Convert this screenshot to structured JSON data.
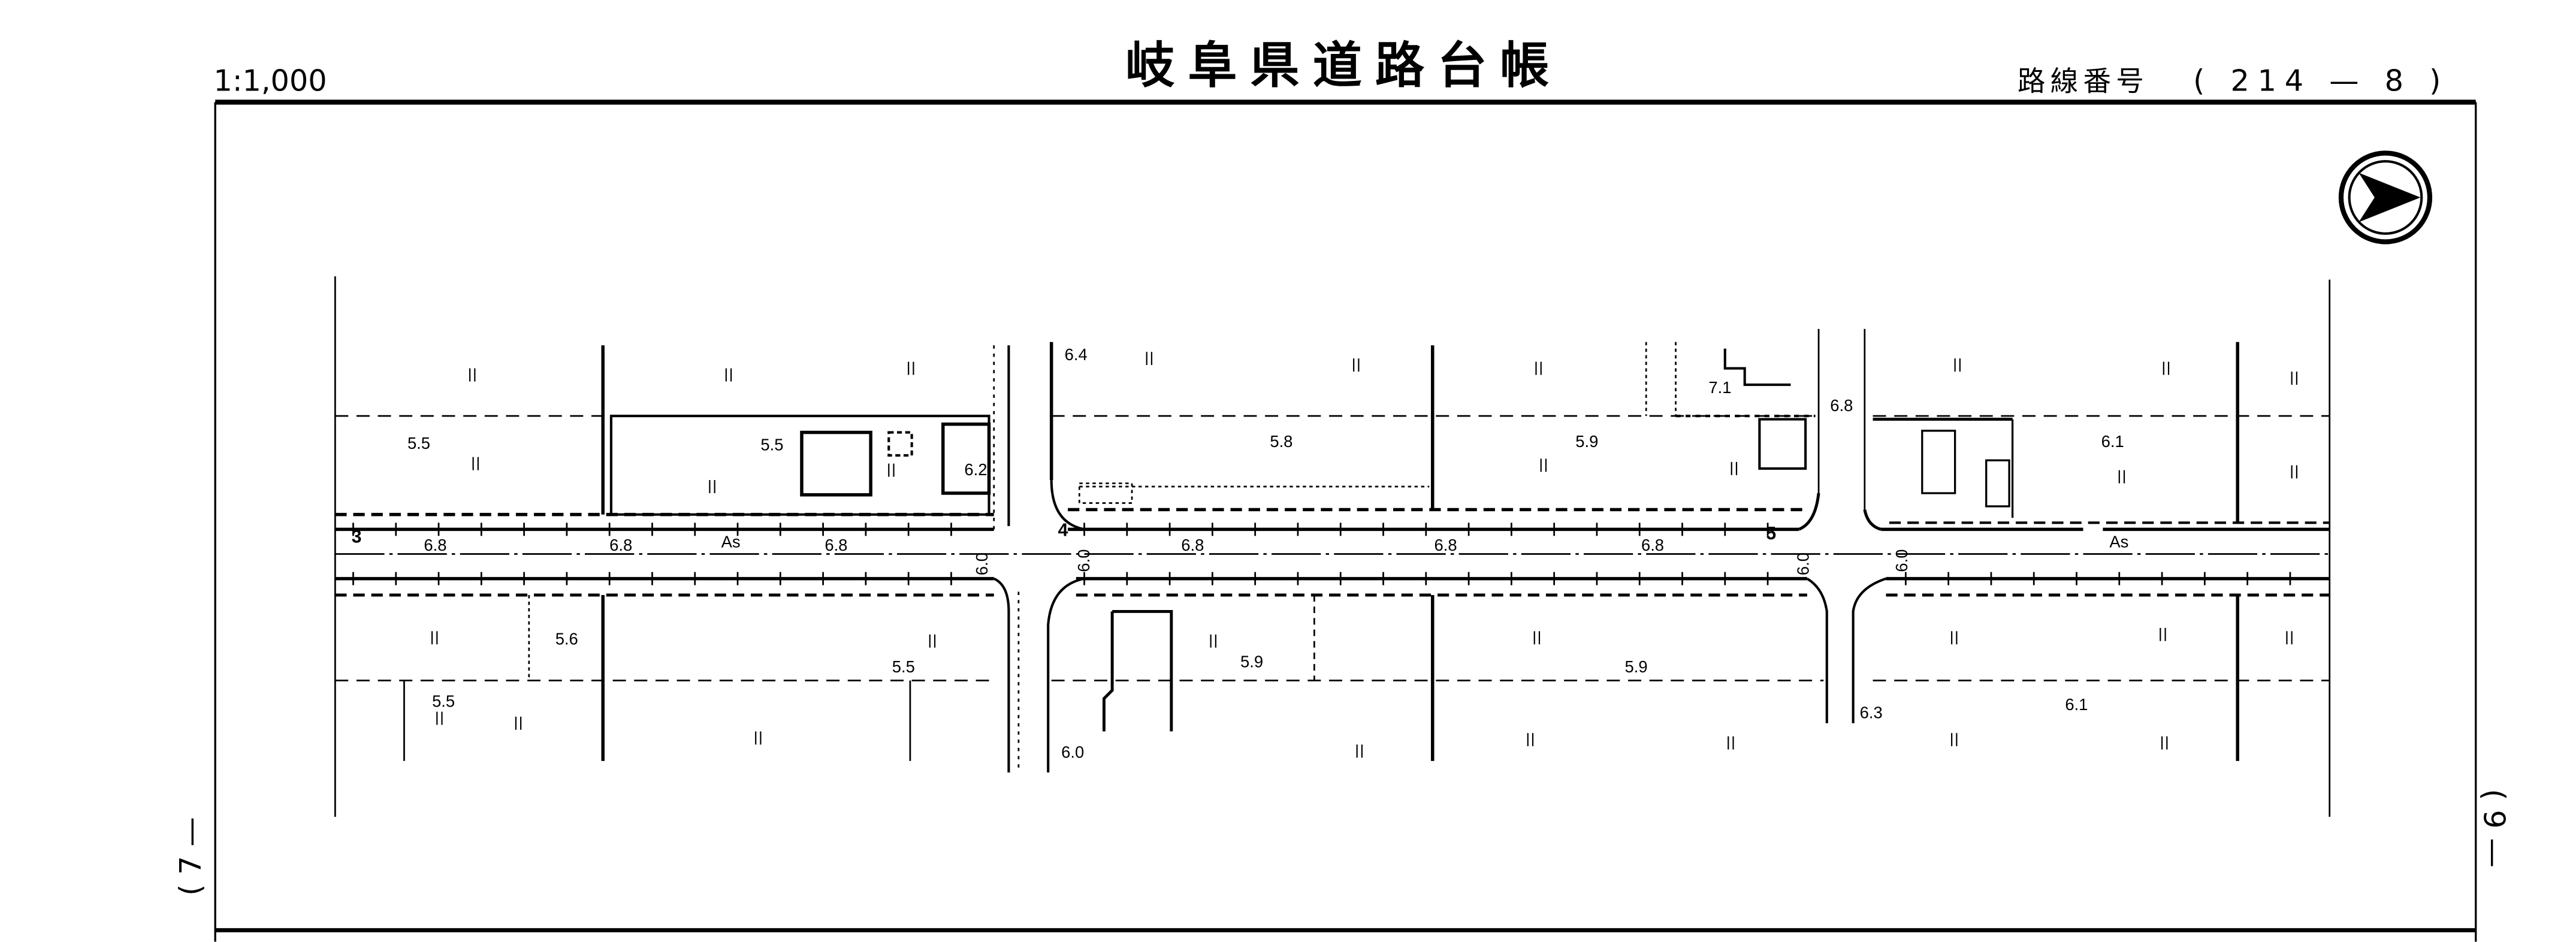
{
  "header": {
    "scale": "1:1,000",
    "title": "岐阜県道路台帳",
    "route_label": "路線番号",
    "route_number": "( 214 — 8 )"
  },
  "side_marks": {
    "left": "( 7 —",
    "right": "( 9 —"
  },
  "compass": {
    "icon": "north-arrow-icon"
  },
  "map": {
    "stations": [
      "3",
      "4",
      "5"
    ],
    "surface_labels": [
      "As",
      "As"
    ],
    "road_widths": [
      "6.8",
      "6.8",
      "6.8",
      "6.8",
      "6.8",
      "6.8"
    ],
    "crossing_widths": [
      "6.0",
      "6.0",
      "6.0",
      "6.0"
    ],
    "elevations": [
      "5.5",
      "5.5",
      "6.2",
      "6.4",
      "5.8",
      "5.9",
      "7.1",
      "6.8",
      "6.1",
      "5.6",
      "5.5",
      "5.5",
      "5.9",
      "5.9",
      "6.3",
      "6.1",
      "6.0"
    ]
  }
}
